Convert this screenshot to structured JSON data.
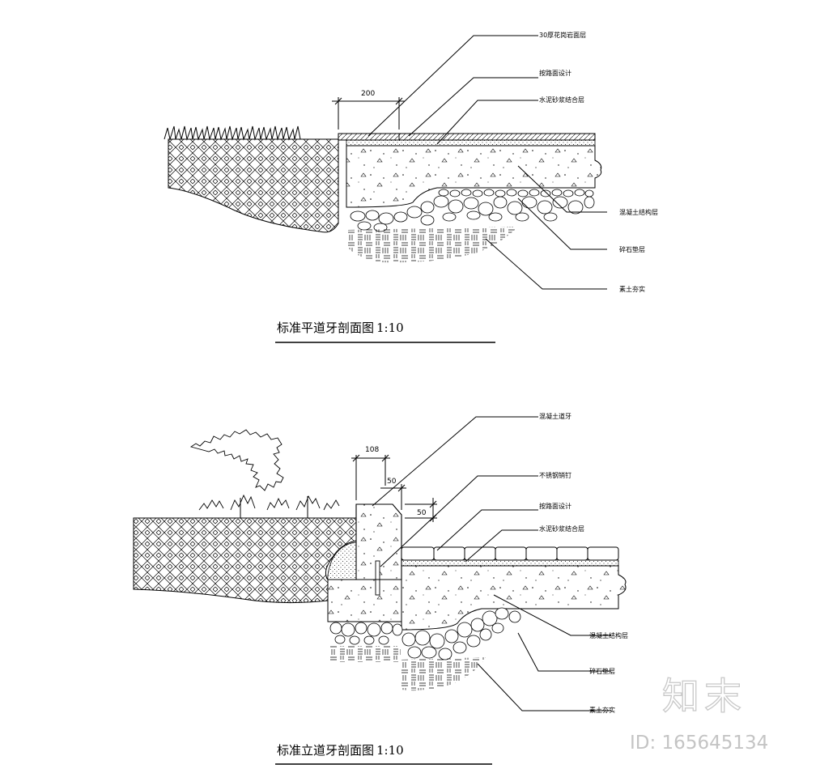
{
  "section1": {
    "title": "标准平道牙剖面图",
    "scale": "1:10",
    "dimension": "200",
    "labels": {
      "granite_finish": "30厚花岗岩面层",
      "paving_design": "按路面设计",
      "mortar_bed": "水泥砂浆结合层",
      "concrete_layer": "混凝土结构层",
      "gravel_cushion": "碎石垫层",
      "compacted_soil": "素土夯实"
    }
  },
  "section2": {
    "title": "标准立道牙剖面图",
    "scale": "1:10",
    "dimensions": {
      "width": "108",
      "top": "50",
      "side": "50"
    },
    "labels": {
      "concrete_curb": "混凝土道牙",
      "steel_pin": "不锈钢销钉",
      "paving_design": "按路面设计",
      "mortar_bed": "水泥砂浆结合层",
      "concrete_layer": "混凝土结构层",
      "gravel_cushion": "碎石垫层",
      "compacted_soil": "素土夯实"
    }
  },
  "watermark": {
    "logo": "知末",
    "id": "ID: 165645134"
  }
}
